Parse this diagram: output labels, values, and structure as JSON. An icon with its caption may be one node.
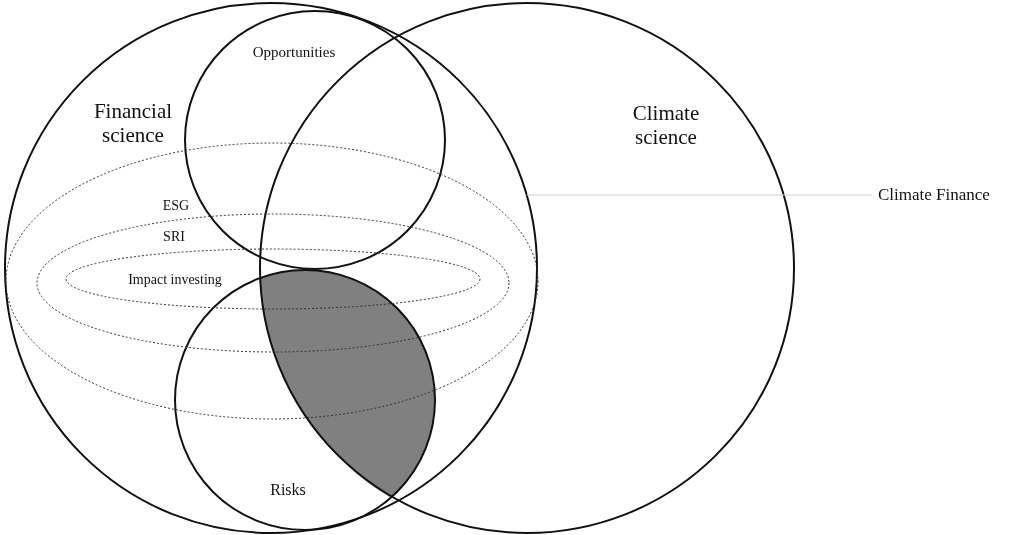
{
  "diagram": {
    "nodes": [
      {
        "text": [
          "Financial science"
        ]
      },
      {
        "text": [
          "Climate science"
        ]
      },
      {
        "text": [
          "Opportunities"
        ],
        "in": 0
      },
      {
        "text": [
          "Risks"
        ],
        "in": 0
      },
      {
        "text": [
          "ESG"
        ],
        "in": 0
      },
      {
        "text": [
          "SRI"
        ],
        "in": 4
      },
      {
        "text": [
          "Impact investing"
        ],
        "in": 5
      },
      {
        "text": [
          "Climate Finance"
        ]
      }
    ],
    "edges": [
      {
        "from": 7,
        "to": 0,
        "arrow": "none",
        "color": "#d0d0d0"
      }
    ]
  }
}
